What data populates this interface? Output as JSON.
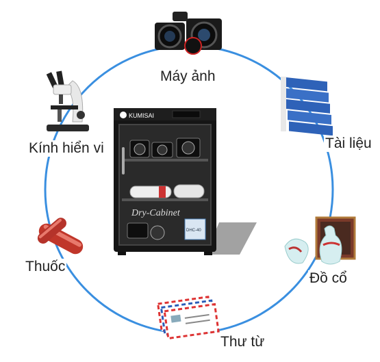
{
  "cabinet": {
    "brand": "KUMISAI",
    "glass_text": "Dry-Cabinet",
    "sticker_text": "DHC-40"
  },
  "categories": [
    {
      "label": "Máy ảnh",
      "icon": "camera-icon"
    },
    {
      "label": "Tài liệu",
      "icon": "binders-icon"
    },
    {
      "label": "Đồ cổ",
      "icon": "antique-vase-icon"
    },
    {
      "label": "Thư từ",
      "icon": "letters-icon"
    },
    {
      "label": "Thuốc",
      "icon": "capsule-icon"
    },
    {
      "label": "Kính hiển vi",
      "icon": "microscope-icon"
    }
  ],
  "colors": {
    "ring": "#3a8fe0",
    "cabinet": "#151515",
    "label": "#222222"
  }
}
